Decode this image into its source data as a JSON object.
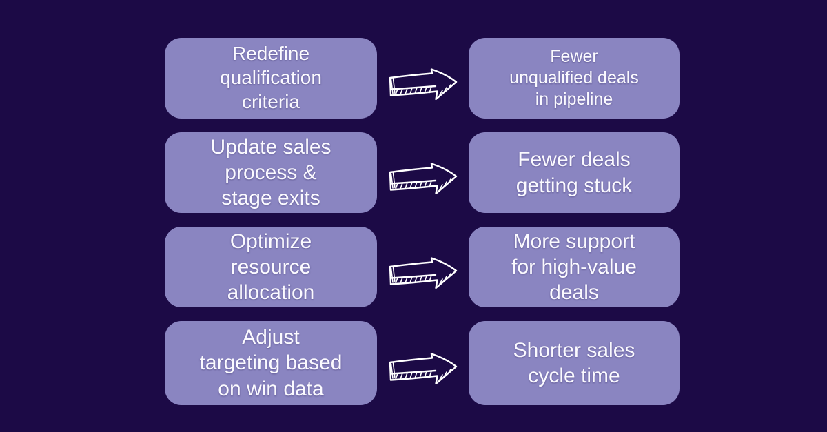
{
  "theme": {
    "background": "#1c0a46",
    "box_fill": "#8a85c1",
    "text_color": "#fbfaff",
    "arrow_color": "#ffffff"
  },
  "arrow": {
    "icon": "hand-drawn-right-arrow"
  },
  "rows": [
    {
      "left": "Redefine\nqualification\ncriteria",
      "right": "Fewer\nunqualified deals\nin pipeline"
    },
    {
      "left": "Update sales\nprocess &\nstage exits",
      "right": "Fewer deals\ngetting stuck"
    },
    {
      "left": "Optimize\nresource\nallocation",
      "right": "More support\nfor high-value\ndeals"
    },
    {
      "left": "Adjust\ntargeting based\non win data",
      "right": "Shorter sales\ncycle time"
    }
  ]
}
